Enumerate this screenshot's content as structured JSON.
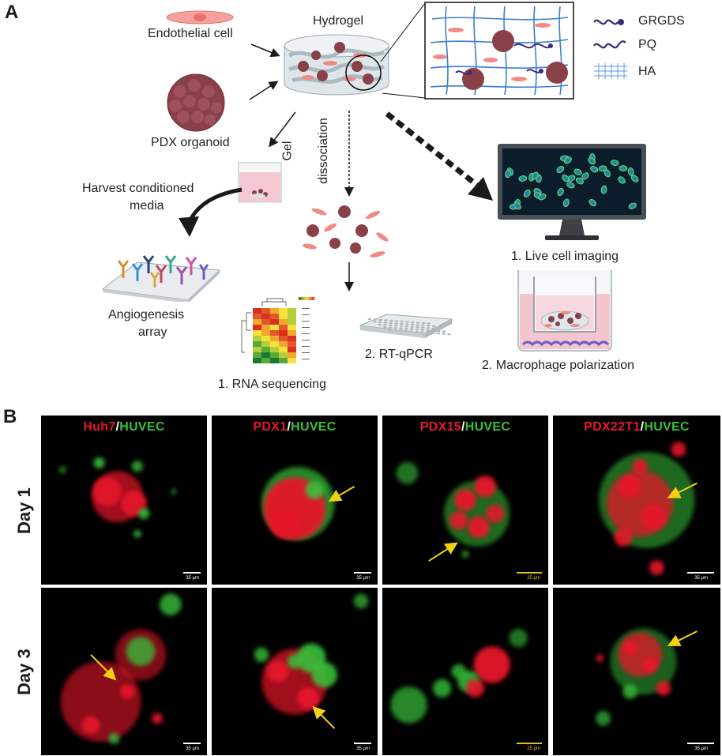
{
  "panel_a": {
    "letter": "A",
    "endothelial_cell": "Endothelial cell",
    "pdx_organoid": "PDX organoid",
    "hydrogel": "Hydrogel",
    "legend": [
      "GRGDS",
      "PQ",
      "HA"
    ],
    "gel_dissociation": [
      "Gel",
      "dissociation"
    ],
    "harvest": [
      "Harvest conditioned",
      "media"
    ],
    "angiogenesis": [
      "Angiogenesis",
      "array"
    ],
    "rna_seq": "1. RNA sequencing",
    "rt_qpcr": "2. RT-qPCR",
    "live_imaging": "1. Live cell imaging",
    "macrophage": "2. Macrophage polarization",
    "colors": {
      "endothelial": "#f08a86",
      "organoid": "#8a4048",
      "arrow": "#1a1a1a",
      "mesh": "#3a7fd0",
      "peptide": "#3b2b7a"
    }
  },
  "panel_b": {
    "letter": "B",
    "columns": [
      {
        "red": "Huh7",
        "sep": "/",
        "green": "HUVEC"
      },
      {
        "red": "PDX1",
        "sep": "/",
        "green": "HUVEC"
      },
      {
        "red": "PDX15",
        "sep": "/",
        "green": "HUVEC"
      },
      {
        "red": "PDX22T1",
        "sep": "/",
        "green": "HUVEC"
      }
    ],
    "rows": [
      "Day 1",
      "Day 3"
    ],
    "scalebars": [
      "35 μm",
      "35 μm",
      "25 μm",
      "35 μm",
      "35 μm",
      "35 μm",
      "25 μm",
      "35 μm"
    ],
    "colors": {
      "red": "#e6192a",
      "green": "#39c03a",
      "arrow": "#f2d20f"
    }
  }
}
